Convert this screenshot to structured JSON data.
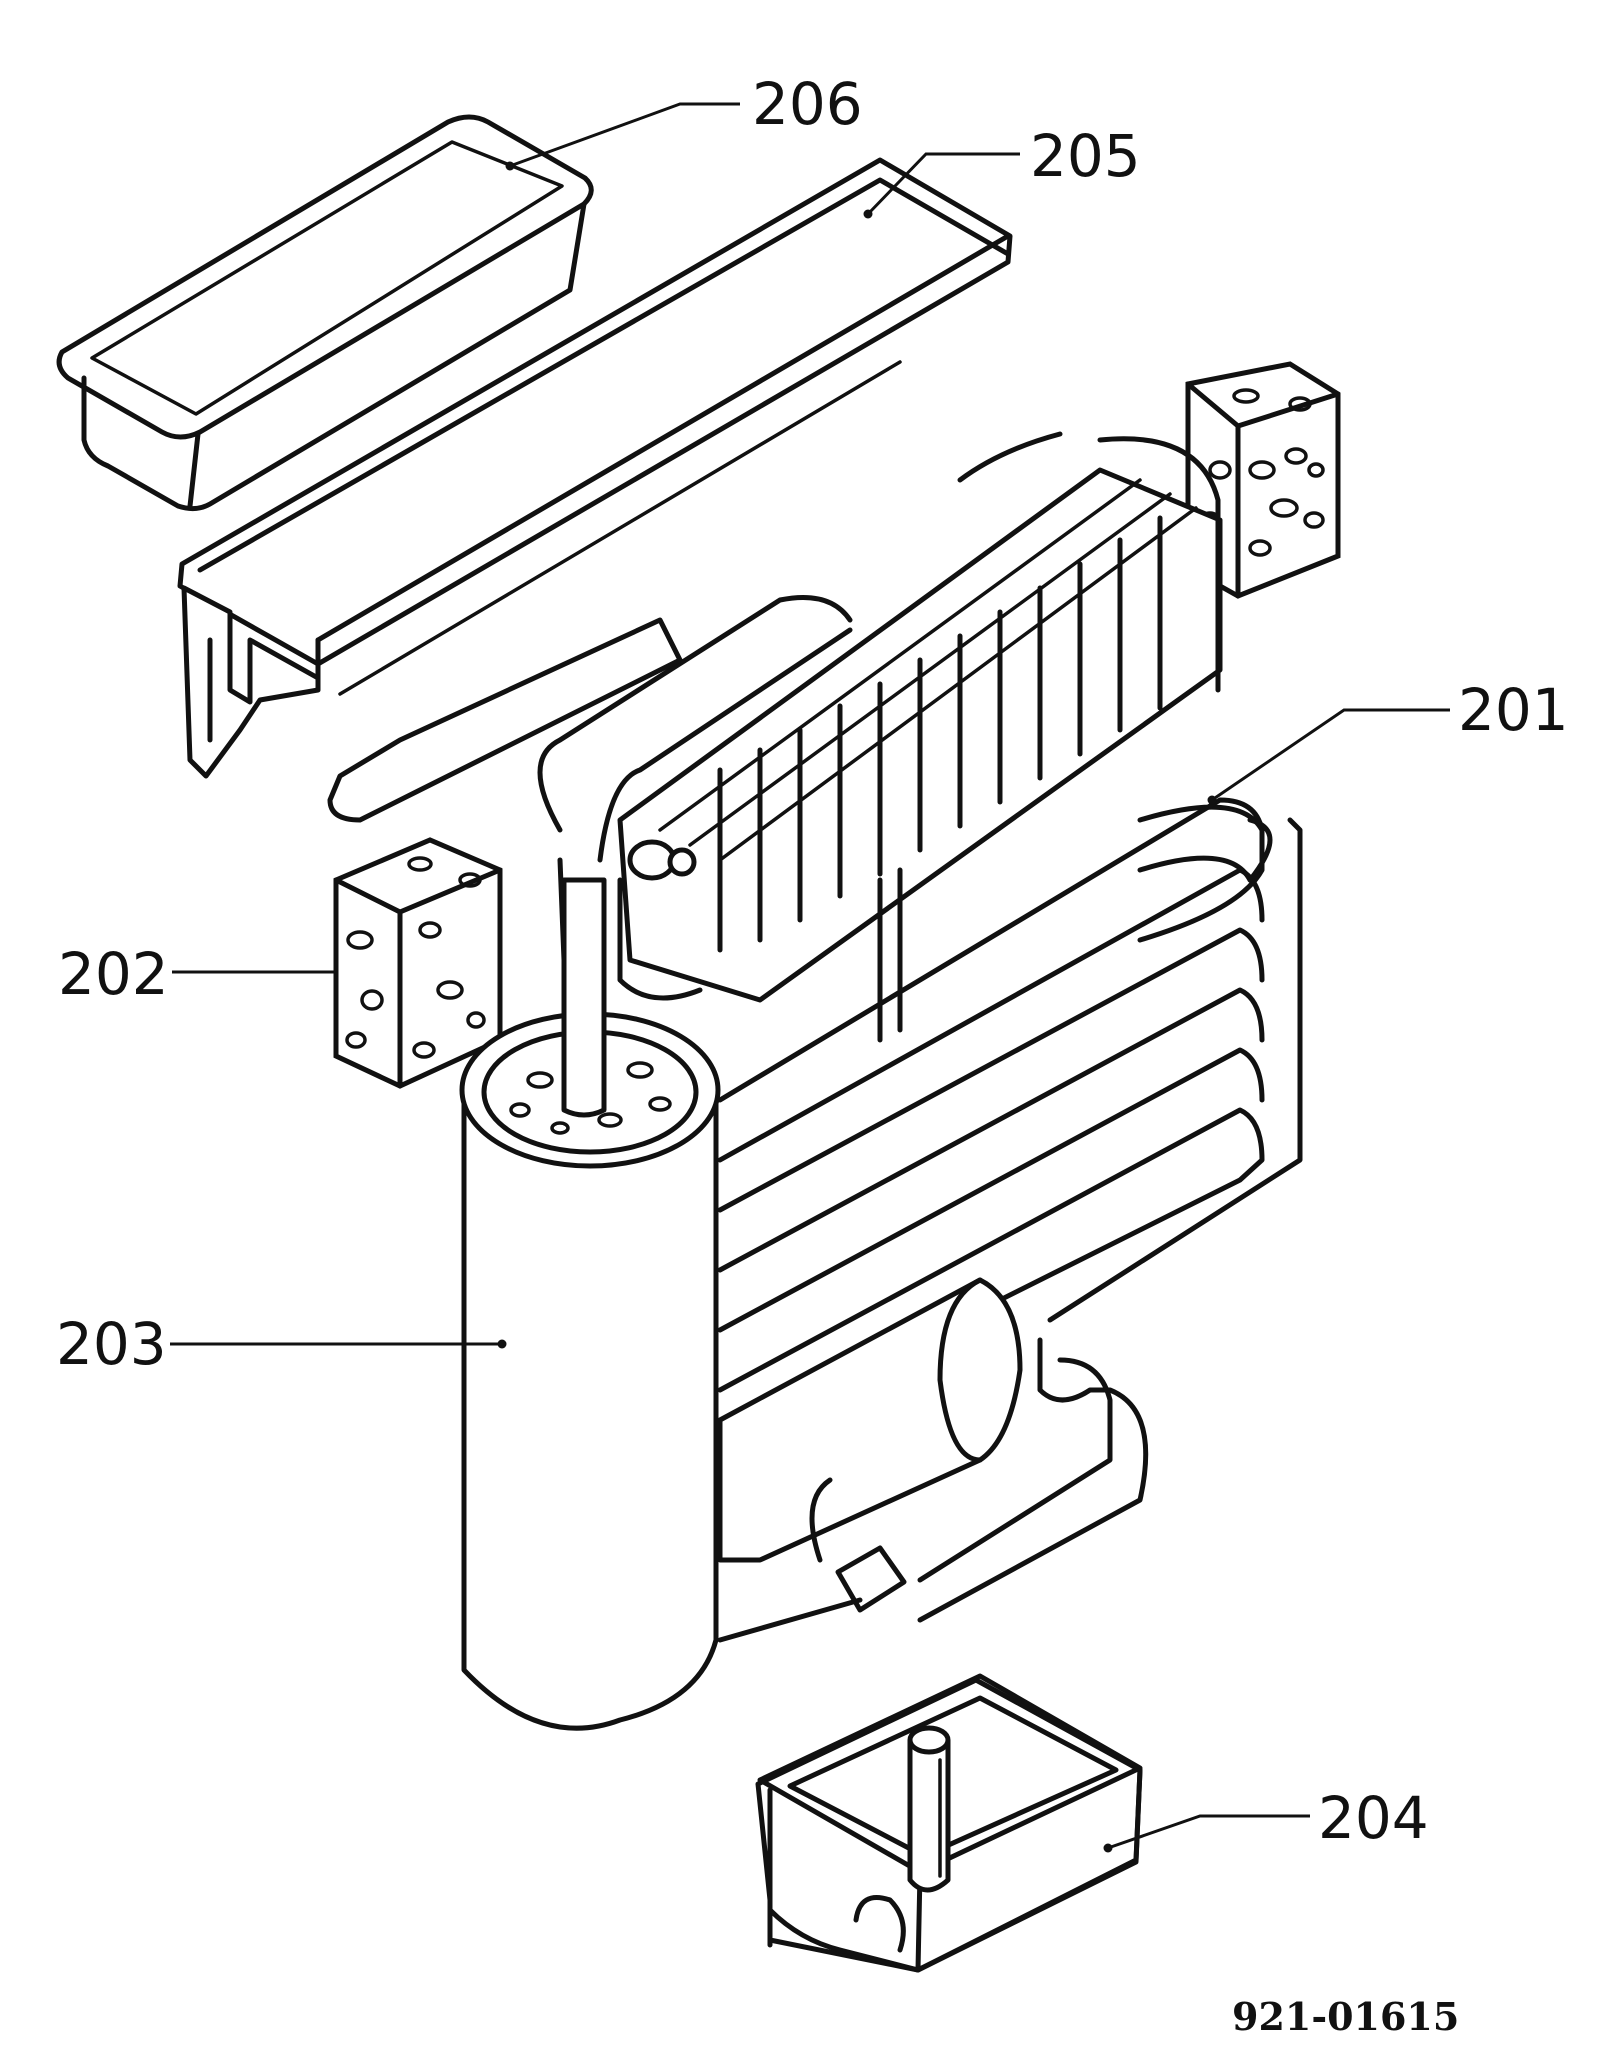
{
  "figure_id": "921-01615",
  "callouts": [
    {
      "id": "206"
    },
    {
      "id": "205"
    },
    {
      "id": "201"
    },
    {
      "id": "202"
    },
    {
      "id": "203"
    },
    {
      "id": "204"
    }
  ]
}
